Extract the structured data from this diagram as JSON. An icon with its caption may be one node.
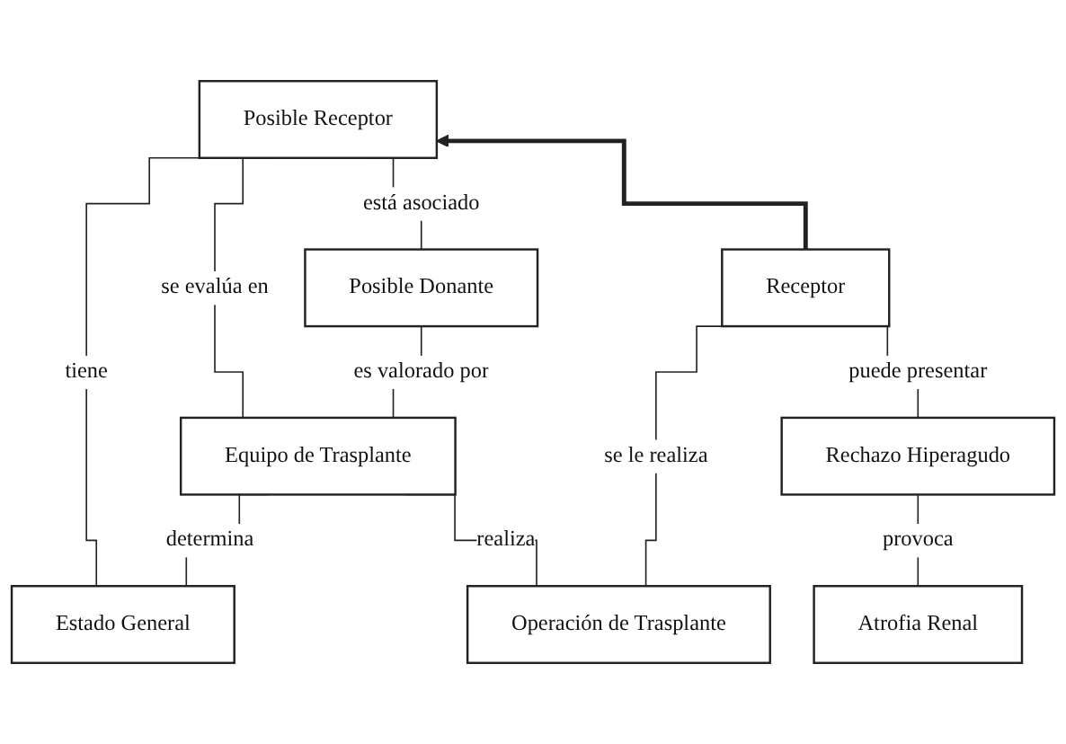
{
  "diagram": {
    "nodes": [
      {
        "text": [
          "Posible Receptor"
        ]
      },
      {
        "text": [
          "Posible Donante"
        ]
      },
      {
        "text": [
          "Equipo de Trasplante"
        ]
      },
      {
        "text": [
          "Estado General"
        ]
      },
      {
        "text": [
          "Receptor"
        ]
      },
      {
        "text": [
          "Operación de Trasplante"
        ]
      },
      {
        "text": [
          "Rechazo Hiperagudo"
        ]
      },
      {
        "text": [
          "Atrofia Renal"
        ]
      }
    ],
    "edges": [
      {
        "from": 0,
        "to": 1,
        "arrow": "none",
        "label": "está asociado"
      },
      {
        "from": 0,
        "to": 2,
        "arrow": "none",
        "label": "se evalúa en"
      },
      {
        "from": 0,
        "to": 3,
        "arrow": "none",
        "label": "tiene"
      },
      {
        "from": 1,
        "to": 2,
        "arrow": "none",
        "label": "es valorado por"
      },
      {
        "from": 2,
        "to": 3,
        "arrow": "none",
        "label": "determina"
      },
      {
        "from": 2,
        "to": 5,
        "arrow": "none",
        "label": "realiza"
      },
      {
        "from": 4,
        "to": 0,
        "arrow": "to",
        "style": "thick"
      },
      {
        "from": 4,
        "to": 5,
        "arrow": "none",
        "label": "se le realiza"
      },
      {
        "from": 4,
        "to": 6,
        "arrow": "none",
        "label": "puede presentar"
      },
      {
        "from": 6,
        "to": 7,
        "arrow": "none",
        "label": "provoca"
      }
    ]
  }
}
